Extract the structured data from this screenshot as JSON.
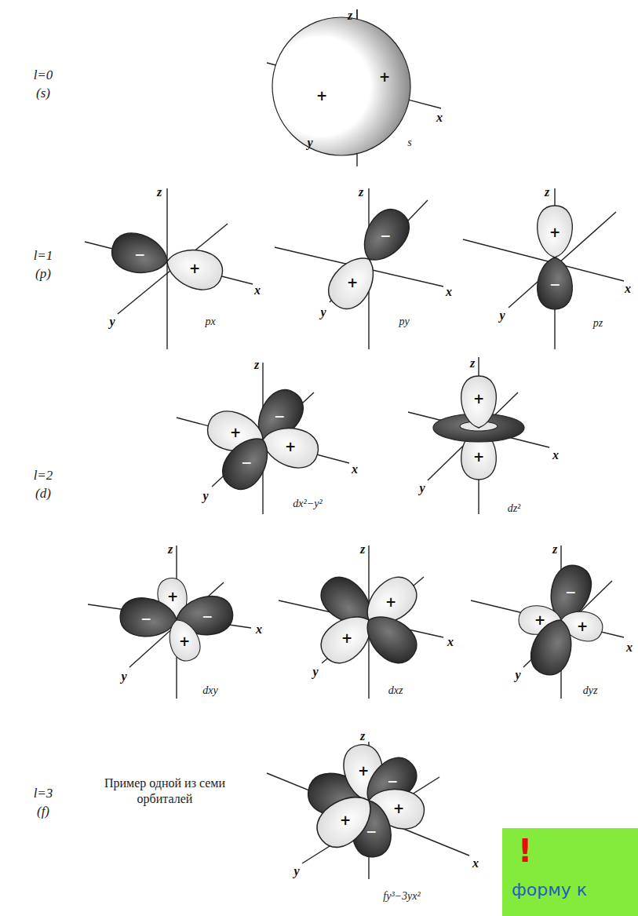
{
  "diagram": {
    "nodes": [
      {
        "text": [
          "!",
          "форму к"
        ]
      }
    ],
    "labels": [
      "l=0",
      "(s)",
      "z",
      "x",
      "y",
      "+",
      "+",
      "s",
      "l=1",
      "(p)",
      "z",
      "x",
      "y",
      "−",
      "+",
      "px",
      "z",
      "x",
      "y",
      "−",
      "+",
      "py",
      "z",
      "x",
      "y",
      "+",
      "−",
      "pz",
      "l=2",
      "(d)",
      "z",
      "x",
      "y",
      "+",
      "−",
      "+",
      "−",
      "dx²−y²",
      "z",
      "x",
      "y",
      "+",
      "+",
      "dz²",
      "z",
      "x",
      "y",
      "+",
      "−",
      "−",
      "+",
      "dxy",
      "z",
      "x",
      "y",
      "+",
      "+",
      "dxz",
      "z",
      "x",
      "y",
      "−",
      "+",
      "+",
      "dyz",
      "l=3",
      "(f)",
      "Пример одной из семи орбиталей",
      "z",
      "x",
      "y",
      "+",
      "−",
      "+",
      "−",
      "+",
      "fy³−3yx²"
    ]
  }
}
